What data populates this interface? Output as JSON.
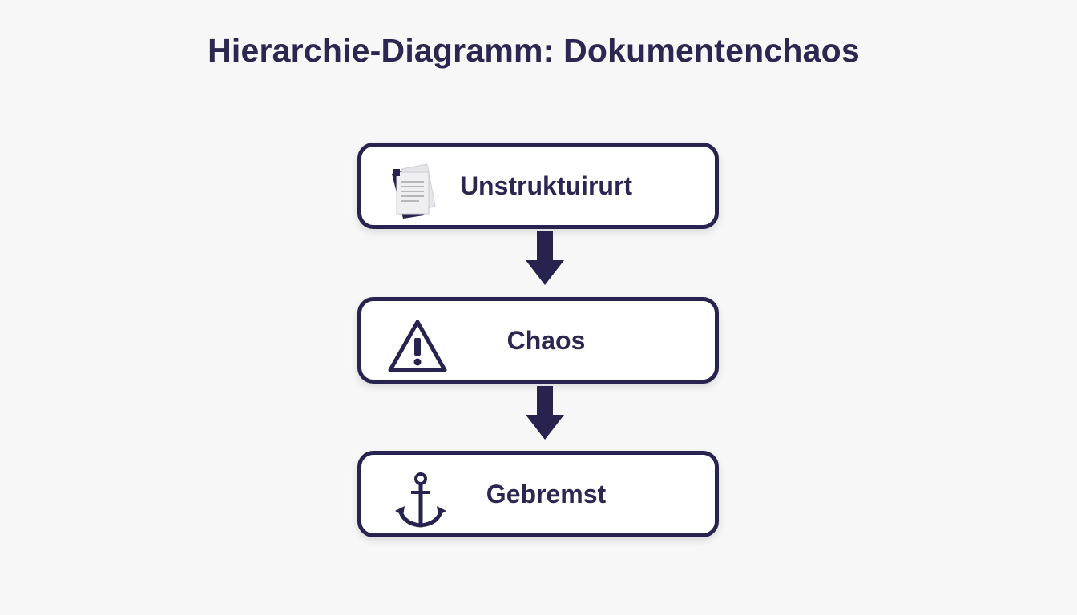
{
  "title": "Hierarchie-Diagramm: Dokumentenchaos",
  "colors": {
    "stroke": "#27234f",
    "text": "#2c2750",
    "background": "#f7f7f8"
  },
  "nodes": [
    {
      "label": "Unstruktuirurt",
      "icon": "documents-icon"
    },
    {
      "label": "Chaos",
      "icon": "warning-icon"
    },
    {
      "label": "Gebremst",
      "icon": "anchor-icon"
    }
  ]
}
